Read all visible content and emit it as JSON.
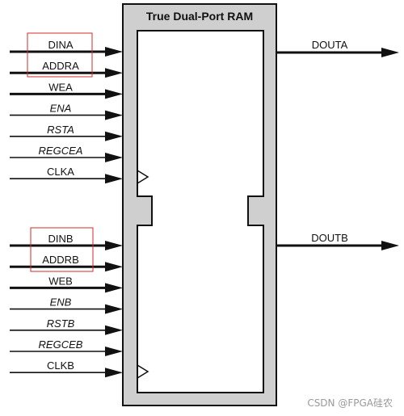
{
  "diagram": {
    "title": "True Dual-Port RAM",
    "port_a_inputs": [
      {
        "name": "DINA",
        "italic": false,
        "bus": true
      },
      {
        "name": "ADDRA",
        "italic": false,
        "bus": true
      },
      {
        "name": "WEA",
        "italic": false,
        "bus": true
      },
      {
        "name": "ENA",
        "italic": true,
        "bus": false
      },
      {
        "name": "RSTA",
        "italic": true,
        "bus": false
      },
      {
        "name": "REGCEA",
        "italic": true,
        "bus": false
      },
      {
        "name": "CLKA",
        "italic": false,
        "bus": false
      }
    ],
    "port_b_inputs": [
      {
        "name": "DINB",
        "italic": false,
        "bus": true
      },
      {
        "name": "ADDRB",
        "italic": false,
        "bus": true
      },
      {
        "name": "WEB",
        "italic": false,
        "bus": true
      },
      {
        "name": "ENB",
        "italic": true,
        "bus": false
      },
      {
        "name": "RSTB",
        "italic": true,
        "bus": false
      },
      {
        "name": "REGCEB",
        "italic": true,
        "bus": false
      },
      {
        "name": "CLKB",
        "italic": false,
        "bus": false
      }
    ],
    "outputs": {
      "a": "DOUTA",
      "b": "DOUTB"
    },
    "highlight_color": "#d62828",
    "box_fill": "#cfcfcf",
    "line_color": "#111111"
  },
  "watermark": "CSDN @FPGA硅农"
}
